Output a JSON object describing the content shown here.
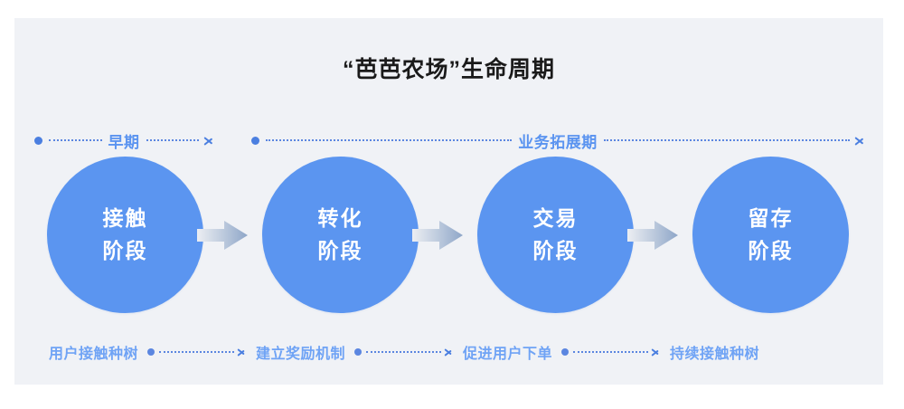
{
  "title": "“芭芭农场”生命周期",
  "colors": {
    "page_bg": "#ffffff",
    "card_bg": "#f0f2f6",
    "circle_blue": "#5b95f0",
    "label_blue": "#5b94f0",
    "action_blue": "#6fa3f5",
    "dotted_blue": "#5b86e0",
    "title_black": "#1a1a1a",
    "arrow_gradient_from": "#eceef2",
    "arrow_gradient_to": "#8ea6c8"
  },
  "phases": [
    {
      "label": "早期",
      "icon_start": "dot-marker",
      "icon_end": "chevron-right-icon"
    },
    {
      "label": "业务拓展期",
      "icon_start": "dot-marker",
      "icon_end": "chevron-right-icon"
    }
  ],
  "stages": [
    {
      "line1": "接触",
      "line2": "阶段"
    },
    {
      "line1": "转化",
      "line2": "阶段"
    },
    {
      "line1": "交易",
      "line2": "阶段"
    },
    {
      "line1": "留存",
      "line2": "阶段"
    }
  ],
  "stage_arrows": [
    {
      "icon": "block-arrow-right-icon"
    },
    {
      "icon": "block-arrow-right-icon"
    },
    {
      "icon": "block-arrow-right-icon"
    }
  ],
  "actions": [
    {
      "label": "用户接触种树"
    },
    {
      "label": "建立奖励机制"
    },
    {
      "label": "促进用户下单"
    },
    {
      "label": "持续接触种树"
    }
  ]
}
